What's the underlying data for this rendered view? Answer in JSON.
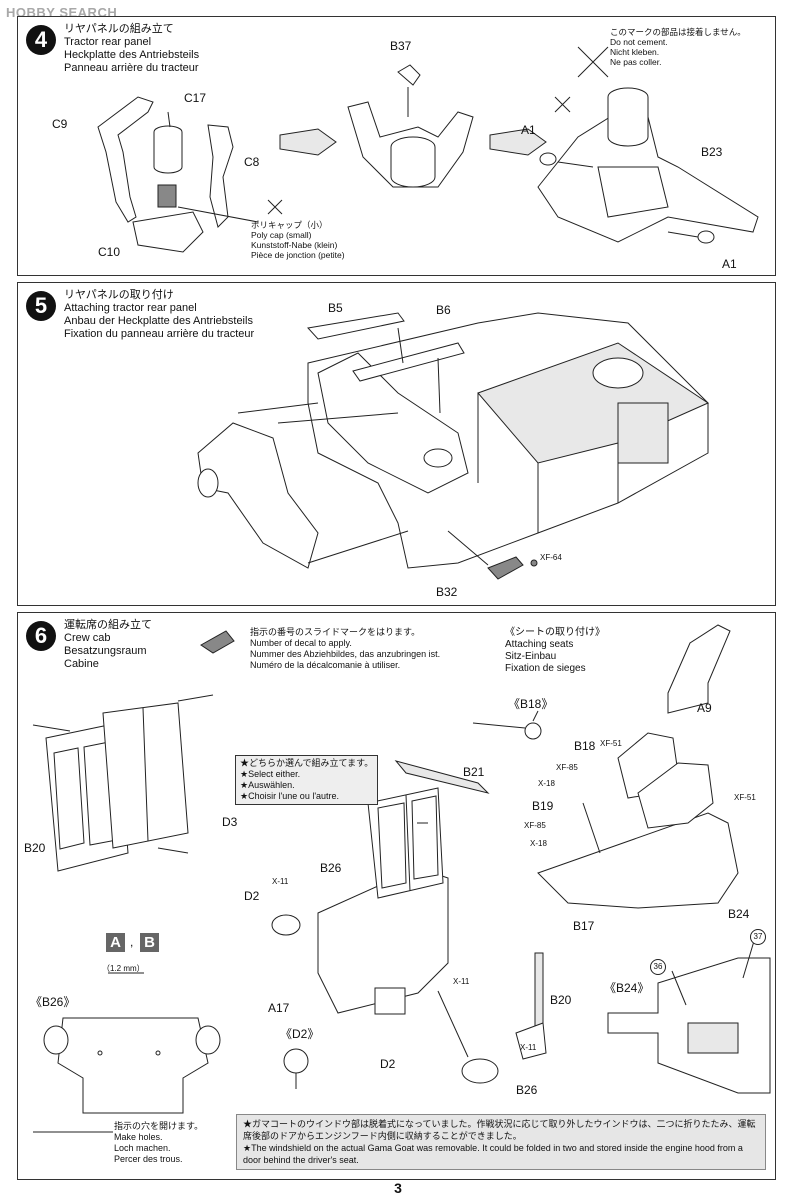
{
  "watermark": "HOBBY SEARCH",
  "step4": {
    "number": "4",
    "title_jp": "リヤパネルの組み立て",
    "title_en": "Tractor rear panel",
    "title_de": "Heckplatte des Antriebsteils",
    "title_fr": "Panneau arrière du tracteur",
    "labels": {
      "c17": "C17",
      "c9": "C9",
      "c8": "C8",
      "c10": "C10",
      "b37": "B37",
      "a1_top": "A1",
      "b23": "B23",
      "a1_bottom": "A1"
    },
    "polycap": [
      "ポリキャップ（小）",
      "Poly cap (small)",
      "Kunststoff-Nabe (klein)",
      "Pièce de jonction (petite)"
    ],
    "nocement": [
      "このマークの部品は接着しません。",
      "Do not cement.",
      "Nicht kleben.",
      "Ne pas coller."
    ]
  },
  "step5": {
    "number": "5",
    "title_jp": "リヤパネルの取り付け",
    "title_en": "Attaching tractor rear panel",
    "title_de": "Anbau der Heckplatte des Antriebsteils",
    "title_fr": "Fixation du panneau arrière du tracteur",
    "labels": {
      "b5": "B5",
      "b6": "B6",
      "b32": "B32",
      "xf64": "XF-64"
    }
  },
  "step6": {
    "number": "6",
    "title_jp": "運転席の組み立て",
    "title_en": "Crew cab",
    "title_de": "Besatzungsraum",
    "title_fr": "Cabine",
    "decal_note": [
      "指示の番号のスライドマークをはります。",
      "Number of decal to apply.",
      "Nummer des Abziehbildes, das anzubringen ist.",
      "Numéro de la décalcomanie à utiliser."
    ],
    "seats_title": [
      "《シートの取り付け》",
      "Attaching seats",
      "Sitz-Einbau",
      "Fixation de sieges"
    ],
    "select_note": [
      "★どちらか選んで組み立てます。",
      "★Select either.",
      "★Auswählen.",
      "★Choisir l'une ou l'autre."
    ],
    "labels": {
      "d3": "D3",
      "b20_left": "B20",
      "b21": "B21",
      "b26": "B26",
      "x11_a": "X-11",
      "d2_top": "D2",
      "a17": "A17",
      "d2_bottom": "D2",
      "x11_b": "X-11",
      "x11_c": "X-11",
      "b20_right": "B20",
      "b26_bottom": "B26",
      "b18_detail": "《B18》",
      "a9": "A9",
      "xf51_a": "XF-51",
      "b18": "B18",
      "xf85_a": "XF-85",
      "x18_a": "X-18",
      "xf51_b": "XF-51",
      "b19": "B19",
      "xf85_b": "XF-85",
      "x18_b": "X-18",
      "b17": "B17",
      "b24": "B24",
      "b26_detail": "《B26》",
      "d2_detail": "《D2》",
      "b24_detail": "《B24》",
      "drill_size": "（1.2 mm）",
      "tag_a": "A",
      "tag_b": "B",
      "comma": ",",
      "decal36": "36",
      "decal37": "37"
    },
    "holes_note": [
      "指示の穴を開けます。",
      "Make holes.",
      "Loch machen.",
      "Percer des trous."
    ],
    "footnote_jp": "★ガマコートのウインドウ部は脱着式になっていました。作戦状況に応じて取り外したウインドウは、二つに折りたたみ、運転席後部のドアからエンジンフード内側に収納することができました。",
    "footnote_en": "★The windshield on the actual Gama Goat was removable. It could be folded in two and stored inside the engine hood from a door behind the driver's seat."
  },
  "page_number": "3"
}
